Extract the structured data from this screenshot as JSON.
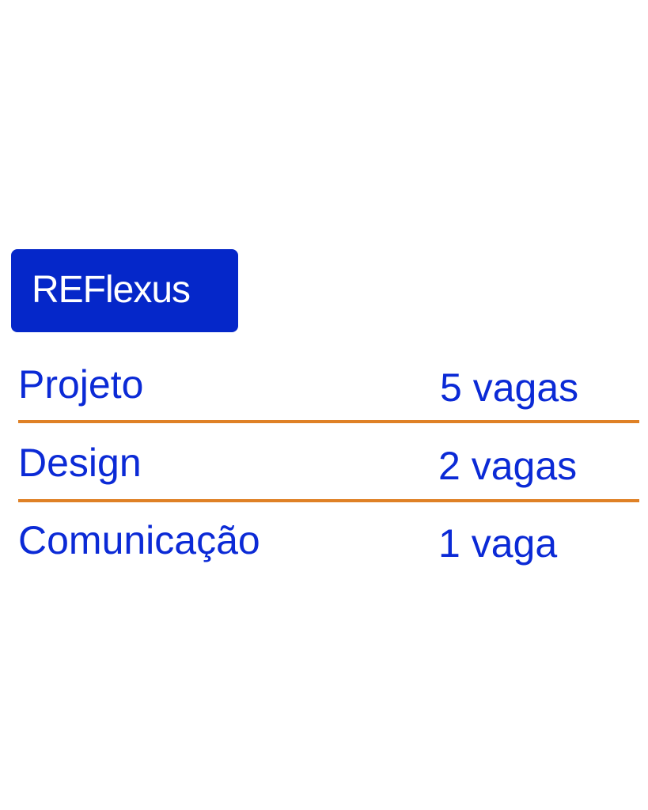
{
  "badge": {
    "label": "REFlexus",
    "color": "#0527c9"
  },
  "rows": [
    {
      "label": "Projeto",
      "value": "5 vagas"
    },
    {
      "label": "Design",
      "value": "2 vagas"
    },
    {
      "label": "Comunicação",
      "value": "1 vaga"
    }
  ],
  "colors": {
    "text": "#0b2ad6",
    "divider": "#df8126"
  }
}
